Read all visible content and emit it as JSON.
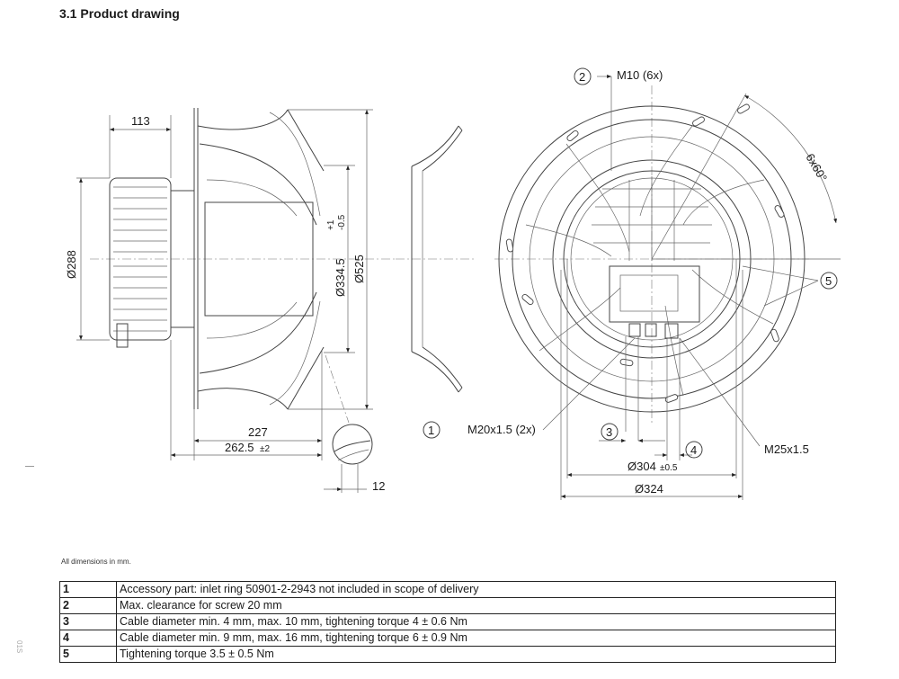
{
  "section_title": "3.1 Product drawing",
  "dimensions": {
    "d113": "113",
    "d288": "Ø288",
    "d334": "Ø334.5",
    "d334_tol_plus": "+1",
    "d334_tol_minus": "-0.5",
    "d525": "Ø525",
    "d227": "227",
    "d262": "262.5",
    "d262_tol": "±2",
    "d12": "12",
    "m10": "M10 (6x)",
    "angle": "6x60°",
    "m20": "M20x1.5 (2x)",
    "m25": "M25x1.5",
    "d304": "Ø304",
    "d304_tol": "±0.5",
    "d324": "Ø324"
  },
  "balloons": {
    "b1": "1",
    "b2": "2",
    "b3": "3",
    "b4": "4",
    "b5": "5"
  },
  "note": "All dimensions in mm.",
  "legend": [
    {
      "key": "1",
      "text": "Accessory part: inlet ring 50901-2-2943 not included in scope of delivery"
    },
    {
      "key": "2",
      "text": "Max. clearance for screw 20 mm"
    },
    {
      "key": "3",
      "text": "Cable diameter min. 4 mm, max. 10 mm, tightening torque 4 ± 0.6 Nm"
    },
    {
      "key": "4",
      "text": "Cable diameter min. 9 mm, max. 16 mm, tightening torque 6 ± 0.9 Nm"
    },
    {
      "key": "5",
      "text": "Tightening torque 3.5 ± 0.5 Nm"
    }
  ],
  "side_code": "01S"
}
